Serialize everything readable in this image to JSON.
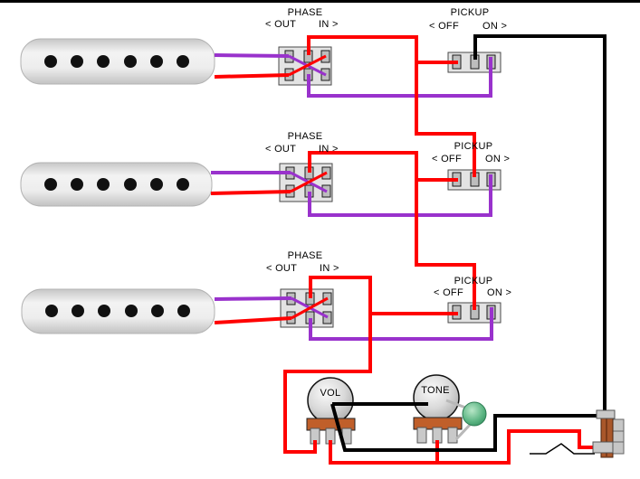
{
  "diagram": {
    "kind": "guitar-wiring-diagram",
    "switch_rows": [
      {
        "phase": {
          "title": "PHASE",
          "out": "< OUT",
          "in": "IN >"
        },
        "pickup": {
          "title": "PICKUP",
          "off": "< OFF",
          "on": "ON >"
        }
      },
      {
        "phase": {
          "title": "PHASE",
          "out": "< OUT",
          "in": "IN >"
        },
        "pickup": {
          "title": "PICKUP",
          "off": "< OFF",
          "on": "ON >"
        }
      },
      {
        "phase": {
          "title": "PHASE",
          "out": "< OUT",
          "in": "IN >"
        },
        "pickup": {
          "title": "PICKUP",
          "off": "< OFF",
          "on": "ON >"
        }
      }
    ],
    "pots": {
      "volume": "VOL",
      "tone": "TONE"
    },
    "colors": {
      "wire-hot": "#ff0000",
      "wire-phase": "#9932cc",
      "wire-ground": "#000000",
      "pot-base": "#c05f2a",
      "capacitor": "#4fae77",
      "jack-body": "#a9572a"
    },
    "components": [
      "pickup",
      "phase-switch",
      "pickup-switch",
      "volume-pot",
      "tone-pot",
      "tone-capacitor",
      "output-jack",
      "jack-spring-contact"
    ]
  }
}
